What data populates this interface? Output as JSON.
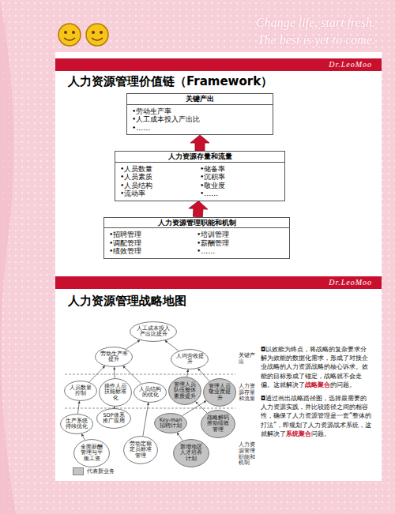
{
  "diagram": {
    "title": "人力资源管理价值链（Framework）",
    "nodes": [
      {
        "text": [
          "关键产出",
          "•劳动生产率",
          "•人工成本投入产出比",
          "•……"
        ]
      },
      {
        "text": [
          "人力资源存量和流量",
          "•人员数量",
          "•人员素质",
          "•人员结构",
          "•流动率",
          "•储备率",
          "•沉积率",
          "•敬业度",
          "•……"
        ]
      },
      {
        "text": [
          "人力资源管理职能和机制",
          "•招聘管理",
          "•调配管理",
          "•绩效管理",
          "•培训管理",
          "•薪酬管理",
          "•……"
        ]
      },
      {
        "text": [
          "人工成本投入产出比提升"
        ]
      },
      {
        "text": [
          "劳动生产率提升"
        ]
      },
      {
        "text": [
          "人均营收提升"
        ]
      },
      {
        "text": [
          "人员数量控制"
        ]
      },
      {
        "text": [
          "操作人员技能标准化"
        ]
      },
      {
        "text": [
          "人员结构的优化"
        ]
      },
      {
        "text": [
          "管理人员队伍整体素质提升"
        ]
      },
      {
        "text": [
          "管理人员敬业度提升"
        ]
      },
      {
        "text": [
          "生产系统持续优化"
        ]
      },
      {
        "text": [
          "SOP体系推广应用"
        ]
      },
      {
        "text": [
          "Key-man招聘计划"
        ]
      },
      {
        "text": [
          "战略解码推动绩效管理"
        ]
      },
      {
        "text": [
          "全面薪酬管理与平衡工资"
        ]
      },
      {
        "text": [
          "劳动定额定员标准管理"
        ]
      },
      {
        "text": [
          "新增地区人才培养计划"
        ]
      }
    ],
    "edges": [
      {
        "from": 2,
        "to": 1,
        "arrow": "to"
      },
      {
        "from": 1,
        "to": 0,
        "arrow": "to"
      },
      {
        "from": 4,
        "to": 3,
        "arrow": "to"
      },
      {
        "from": 5,
        "to": 3,
        "arrow": "to"
      },
      {
        "from": 6,
        "to": 4,
        "arrow": "to"
      },
      {
        "from": 7,
        "to": 4,
        "arrow": "to"
      },
      {
        "from": 8,
        "to": 4,
        "arrow": "to"
      },
      {
        "from": 9,
        "to": 5,
        "arrow": "to"
      },
      {
        "from": 10,
        "to": 5,
        "arrow": "to"
      },
      {
        "from": 11,
        "to": 6,
        "arrow": "to"
      },
      {
        "from": 12,
        "to": 7,
        "arrow": "to"
      },
      {
        "from": 14,
        "to": 9,
        "arrow": "to"
      },
      {
        "from": 13,
        "to": 10,
        "arrow": "to"
      },
      {
        "from": 15,
        "to": 11,
        "arrow": "to"
      },
      {
        "from": 16,
        "to": 8,
        "arrow": "to"
      },
      {
        "from": 17,
        "to": 13,
        "arrow": "to"
      }
    ],
    "labels": [
      "Change life, start fresh.",
      "The best is yet to come.",
      "Dr.LeoMoo",
      "人力资源管理战略地图",
      "Dr.LeoMoo",
      "关键产出",
      "人力资源存量和流量",
      "人力资源管理职能和机制",
      "◘",
      "以效能为终点，将战略的复杂要求分解为效能的数据化需求，形成了对接企业战略的人力资源战略的核心诉求。效能的目标形成了锚定，战略就不会走偏。这就解决了",
      "战略聚合",
      "的问题。",
      "◘",
      "通过画出战略路径图，选择最需要的人力资源实践，并比较路径之间的相容性，确保了人力资源管理是一套“整体的打法”，即规划了人力资源战术系统，这就解决了",
      "系统聚合",
      "问题。"
    ],
    "legend": [
      {
        "text": "代表新业务",
        "color": "#c4c4c4"
      }
    ]
  }
}
